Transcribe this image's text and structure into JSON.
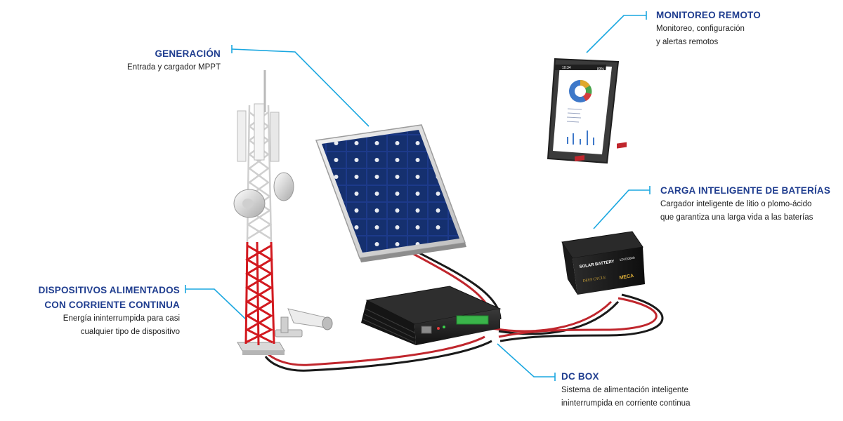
{
  "colors": {
    "title": "#1f3d8f",
    "leader": "#1aa7e0",
    "text": "#222222",
    "cable_red": "#c0262d",
    "cable_black": "#1a1a1a",
    "tower_red": "#d2191f",
    "tower_white": "#e9e9e9",
    "panel": "#132a6a"
  },
  "labels": {
    "generacion": {
      "title": "GENERACIÓN",
      "desc": [
        "Entrada y cargador MPPT"
      ]
    },
    "monitoreo": {
      "title": "MONITOREO REMOTO",
      "desc": [
        "Monitoreo, configuración",
        "y alertas remotos"
      ]
    },
    "carga": {
      "title": "CARGA INTELIGENTE DE BATERÍAS",
      "desc": [
        "Cargador inteligente de litio o plomo-ácido",
        "que garantiza una larga vida a las baterías"
      ]
    },
    "dispositivos": {
      "title": [
        "DISPOSITIVOS ALIMENTADOS",
        "CON CORRIENTE CONTINUA"
      ],
      "desc": [
        "Energía ininterrumpida para casi",
        "cualquier tipo de dispositivo"
      ]
    },
    "dcbox": {
      "title": "DC BOX",
      "desc": [
        "Sistema de alimentación inteligente",
        "ininterrumpida en corriente continua"
      ]
    }
  },
  "battery": {
    "brand": "SOLAR BATTERY",
    "spec": "12V/100Ah",
    "type": "DEEP CYCLE",
    "logo": "MECA"
  },
  "tablet": {
    "time": "10:34",
    "battery_pct": "83%"
  },
  "icons": {
    "tower": "telecom-tower-icon",
    "panel": "solar-panel-icon",
    "tablet": "tablet-icon",
    "battery": "battery-icon",
    "camera": "security-camera-icon",
    "dcbox": "dc-box-icon"
  }
}
